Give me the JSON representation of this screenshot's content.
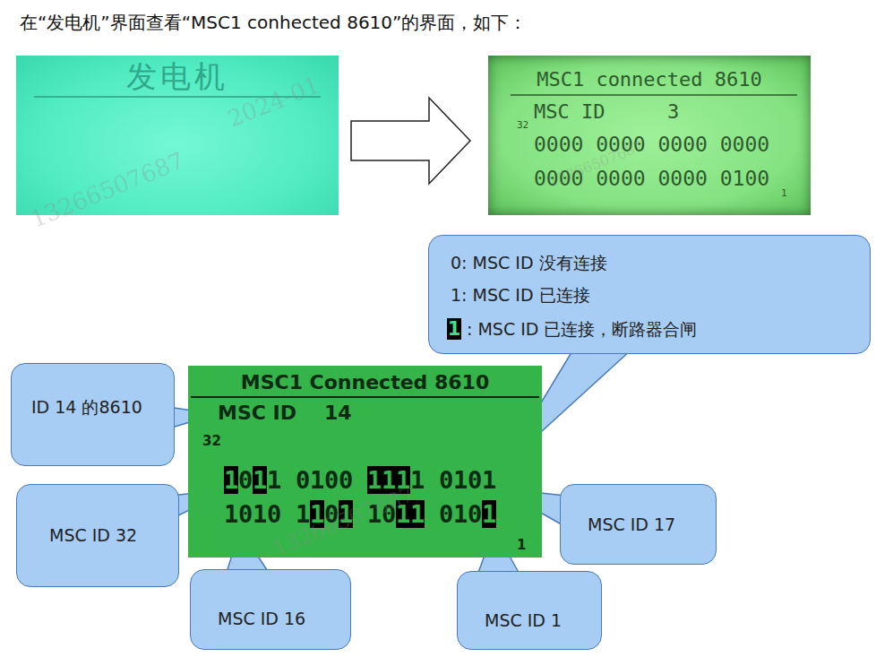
{
  "diagram": {
    "title": "在“发电机”界面查看“MSC1 conhected 8610”的界面，如下：",
    "nodes": [
      {
        "text": [
          "发电机"
        ]
      },
      {
        "text": [
          "MSC1 connected 8610",
          "MSC ID",
          "3",
          "32",
          "0000 0000 0000 0000",
          "0000 0000 0000 0100",
          "1"
        ]
      },
      {
        "text": [
          "0: MSC ID 没有连接",
          "1: MSC ID 已连接",
          "1",
          ": MSC ID 已连接，断路器合闸"
        ]
      },
      {
        "text": [
          "ID 14 的8610"
        ]
      },
      {
        "text": [
          "MSC1 Connected 8610",
          "MSC ID",
          "14",
          "32",
          "1",
          "0",
          "1",
          "1",
          "0",
          "1",
          "0",
          "0",
          "1",
          "1",
          "1",
          "1",
          "0",
          "1",
          "0",
          "1",
          "1",
          "0",
          "1",
          "0",
          "1",
          "1",
          "0",
          "1",
          "1",
          "0",
          "1",
          "1",
          "0",
          "1",
          "0",
          "1",
          "1"
        ]
      },
      {
        "text": [
          "MSC ID 32"
        ]
      },
      {
        "text": [
          "MSC ID 17"
        ]
      },
      {
        "text": [
          "MSC ID 16"
        ]
      },
      {
        "text": [
          "MSC ID 1"
        ]
      }
    ],
    "edges": [
      {
        "from": 0,
        "to": 1,
        "arrow": "to"
      }
    ],
    "labels": [
      "13266507687",
      "2024-01",
      "13266507687",
      "13266507687"
    ]
  }
}
